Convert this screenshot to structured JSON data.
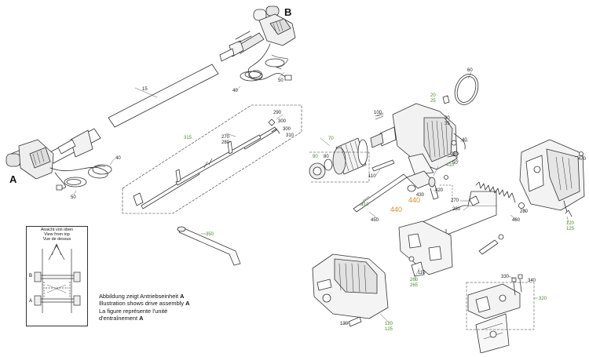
{
  "labels": {
    "assembly_a": "A",
    "assembly_b": "B",
    "l15": "15",
    "l40a": "40",
    "l50a": "50",
    "l40b": "40",
    "l50b": "50",
    "l315": "315",
    "l290": "290",
    "l300": "300",
    "l270a": "270",
    "l280a": "280",
    "l300b": "300",
    "l310": "310",
    "l350": "350",
    "l60": "60",
    "l20": "20",
    "l25": "25",
    "l30": "30",
    "l35": "35",
    "l100": "100",
    "l40c": "40",
    "l50c": "50",
    "l280b": "280",
    "l70": "70",
    "l90": "90",
    "l80": "80",
    "l110a": "110",
    "l410": "410",
    "l420": "420",
    "l430": "430",
    "l440a": "440",
    "l440b": "440",
    "l110b": "110",
    "l450": "450",
    "l270b": "270",
    "l280c": "280",
    "l460": "460",
    "l280d": "280",
    "l470": "470",
    "l120a": "120",
    "l125a": "125",
    "l110c": "110",
    "l260": "260",
    "l265": "265",
    "l330": "330",
    "l340": "340",
    "l320": "320",
    "l130": "130",
    "l120b": "120",
    "l125b": "125"
  },
  "inset": {
    "title_de": "Ansicht von oben",
    "title_en": "View from top",
    "title_fr": "Vue de dessus",
    "mark_a": "A",
    "mark_b": "B"
  },
  "caption": {
    "de": "Abbildung zeigt Antriebseinheit",
    "en": "Illustration shows drive assembly",
    "fr1": "La figure représente l'unité",
    "fr2": "d'entraînement",
    "mark": "A"
  }
}
